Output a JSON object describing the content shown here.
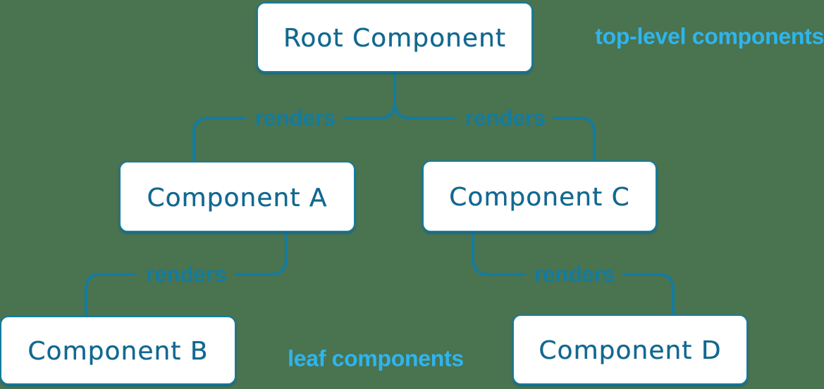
{
  "diagram": {
    "nodes": [
      {
        "id": "root",
        "label": "Root Component"
      },
      {
        "id": "a",
        "label": "Component A"
      },
      {
        "id": "b",
        "label": "Component B"
      },
      {
        "id": "c",
        "label": "Component C"
      },
      {
        "id": "d",
        "label": "Component D"
      }
    ],
    "edges": [
      {
        "from": "root",
        "to": "a",
        "label": "renders"
      },
      {
        "from": "root",
        "to": "c",
        "label": "renders"
      },
      {
        "from": "a",
        "to": "b",
        "label": "renders"
      },
      {
        "from": "c",
        "to": "d",
        "label": "renders"
      }
    ],
    "annotations": [
      {
        "id": "top",
        "text": "top-level components"
      },
      {
        "id": "leaf",
        "text": "leaf components"
      }
    ],
    "colors": {
      "background": "#4a7350",
      "stroke": "#137c9f",
      "node_fill": "#ffffff",
      "node_text": "#126890",
      "caption": "#2eb5ee",
      "shadow": "rgba(10,95,145,0.65)"
    }
  }
}
